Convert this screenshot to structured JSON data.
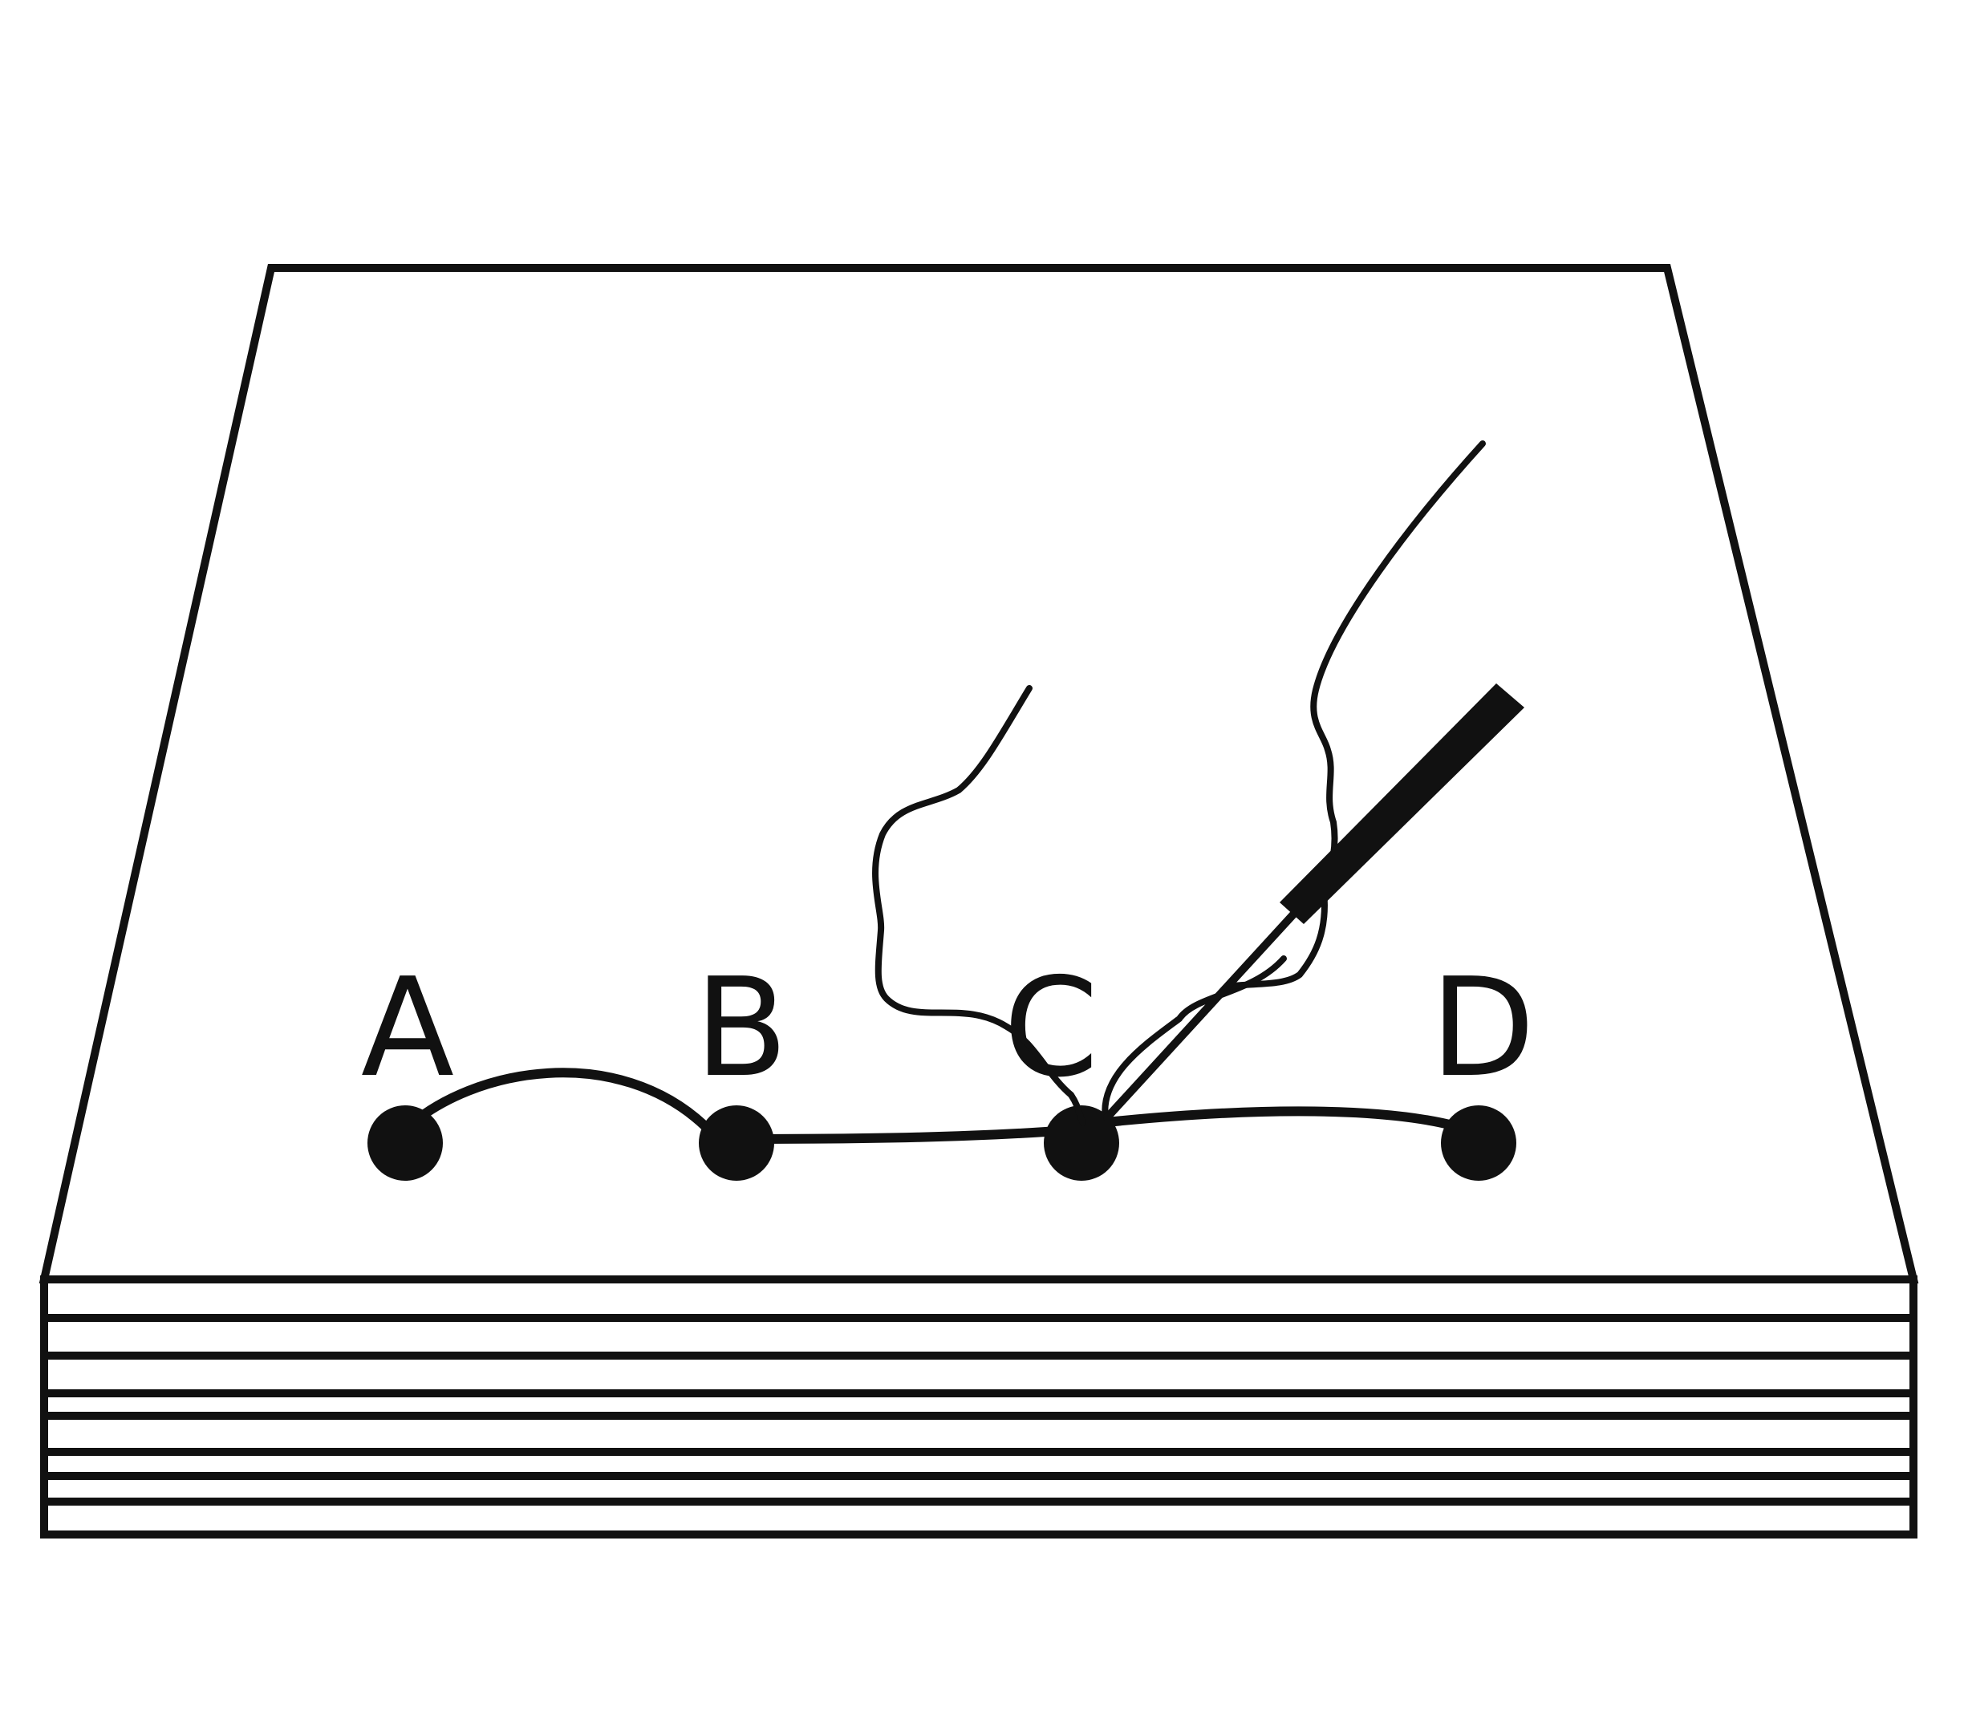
{
  "diagram": {
    "points": [
      {
        "label": "A"
      },
      {
        "label": "B"
      },
      {
        "label": "C"
      },
      {
        "label": "D"
      }
    ],
    "colors": {
      "ink": "#111111",
      "paper": "#ffffff"
    },
    "icons": [
      "hand-icon",
      "pen-icon"
    ]
  }
}
